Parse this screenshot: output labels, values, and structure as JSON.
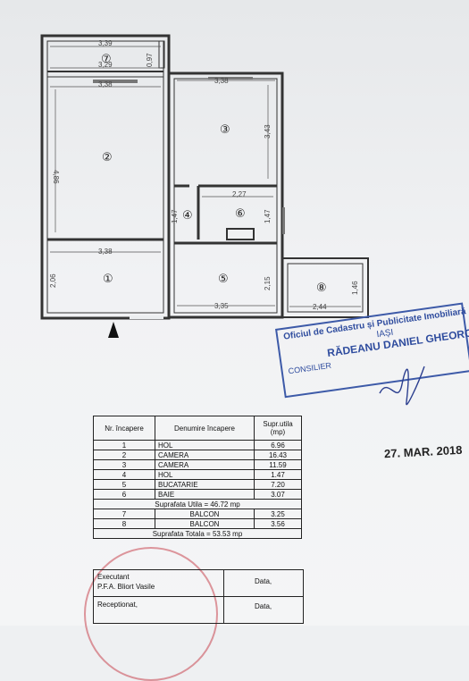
{
  "plan": {
    "dimensions": [
      "3,39",
      "0,97",
      "3,29",
      "3,38",
      "3,38",
      "4,86",
      "3,43",
      "2,27",
      "1,47",
      "1,47",
      "3,38",
      "2,06",
      "2,15",
      "1,46",
      "3,35",
      "2,44"
    ],
    "room_numbers": [
      "⑦",
      "②",
      "③",
      "④",
      "⑥",
      "①",
      "⑤",
      "⑧"
    ],
    "north_arrow": "north-arrow-icon"
  },
  "stamp": {
    "line1": "Oficiul de Cadastru și Publicitate Imobiliară",
    "line2": "IAȘI",
    "line3": "RĂDEANU DANIEL GHEORGHE",
    "line4": "CONSILIER"
  },
  "date": "27. MAR. 2018",
  "table": {
    "header": {
      "nr": "Nr. încapere",
      "name": "Denumire încapere",
      "area": "Supr.utila (mp)"
    },
    "rows": [
      {
        "nr": "1",
        "name": "HOL",
        "area": "6.96"
      },
      {
        "nr": "2",
        "name": "CAMERA",
        "area": "16.43"
      },
      {
        "nr": "3",
        "name": "CAMERA",
        "area": "11.59"
      },
      {
        "nr": "4",
        "name": "HOL",
        "area": "1.47"
      },
      {
        "nr": "5",
        "name": "BUCATARIE",
        "area": "7.20"
      },
      {
        "nr": "6",
        "name": "BAIE",
        "area": "3.07"
      }
    ],
    "useful_total": "Suprafata Utila = 46.72 mp",
    "balcony_rows": [
      {
        "nr": "7",
        "name": "BALCON",
        "area": "3.25"
      },
      {
        "nr": "8",
        "name": "BALCON",
        "area": "3.56"
      }
    ],
    "grand_total": "Suprafata Totala = 53.53 mp",
    "executant": "Executant",
    "executant_name": "P.F.A. Bliort Vasile",
    "receptionat": "Receptionat,",
    "data_label": "Data,",
    "data_label2": "Data,"
  }
}
